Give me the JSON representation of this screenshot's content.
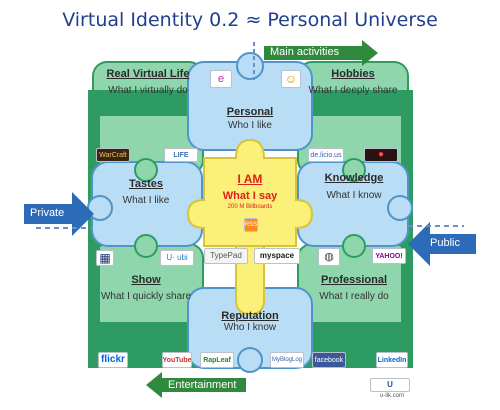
{
  "title": "Virtual Identity 0.2 ≈ Personal Universe",
  "colors": {
    "green": "#2e9c62",
    "lightgreen": "#8fd6ad",
    "blue": "#4f95cc",
    "lightblue": "#b9ddf4",
    "yellow": "#fbf07a",
    "arrow": "#2f8a3d",
    "bluearrow": "#2c6bb8"
  },
  "arrows": {
    "main_activities": "Main activities",
    "entertainment": "Entertainment",
    "private": "Private",
    "public": "Public"
  },
  "pieces": {
    "real_virtual_life": {
      "title": "Real Virtual Life",
      "sub": "What I virtually do"
    },
    "personal": {
      "title": "Personal",
      "sub": "Who I like"
    },
    "hobbies": {
      "title": "Hobbies",
      "sub": "What I deeply share"
    },
    "tastes": {
      "title": "Tastes",
      "sub": "What I like"
    },
    "i_am": {
      "title": "I AM",
      "sub": "What I say",
      "note": "200 M Billboards"
    },
    "knowledge": {
      "title": "Knowledge",
      "sub": "What I know"
    },
    "show": {
      "title": "Show",
      "sub": "What I quickly share"
    },
    "reputation": {
      "title": "Reputation",
      "sub": "Who I know"
    },
    "professional": {
      "title": "Professional",
      "sub": "What I really do"
    }
  },
  "logos": {
    "warcraft": "WarCraft",
    "second_life": "LIFE",
    "delicious": "de.licio.us",
    "rss": "RSS",
    "typepad": "TypePad",
    "myspace": "myspace",
    "yahoo": "YAHOO!",
    "ubi": "U· ubi",
    "flickr": "flickr",
    "youtube": "YouTube",
    "rapleaf": "RapLeaf",
    "myblog": "MyBlogLog",
    "facebook": "facebook",
    "linkedin": "LinkedIn",
    "ulife": "U",
    "footer": "u-lik.com"
  }
}
